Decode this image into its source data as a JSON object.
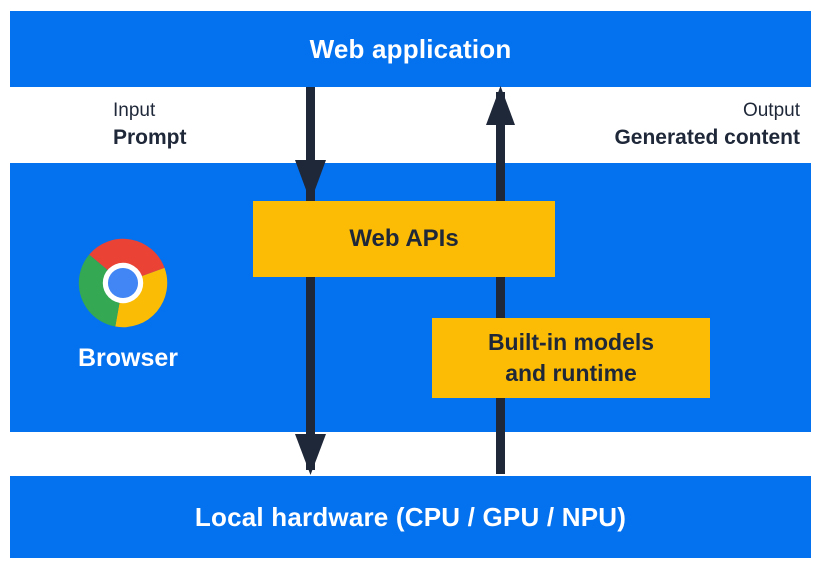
{
  "title": "Web application to local hardware architecture diagram",
  "colors": {
    "blue": "#0471EE",
    "yellow": "#FCBC05",
    "navy": "#1F2839",
    "white": "#FFFFFF",
    "chrome_red": "#EA4335",
    "chrome_yellow": "#FBBC05",
    "chrome_green": "#34A853",
    "chrome_blue": "#4285F4"
  },
  "top_bar": {
    "label": "Web application"
  },
  "io": {
    "input_title": "Input",
    "input_value": "Prompt",
    "output_title": "Output",
    "output_value": "Generated content"
  },
  "browser": {
    "label": "Browser",
    "logo": "chrome-logo"
  },
  "boxes": {
    "web_apis_label": "Web APIs",
    "builtin_line1": "Built-in models",
    "builtin_line2": "and runtime"
  },
  "arrows": {
    "down_meaning": "prompt-input-flow",
    "up_meaning": "generated-content-output-flow"
  },
  "bottom_bar": {
    "label": "Local hardware (CPU / GPU / NPU)"
  }
}
